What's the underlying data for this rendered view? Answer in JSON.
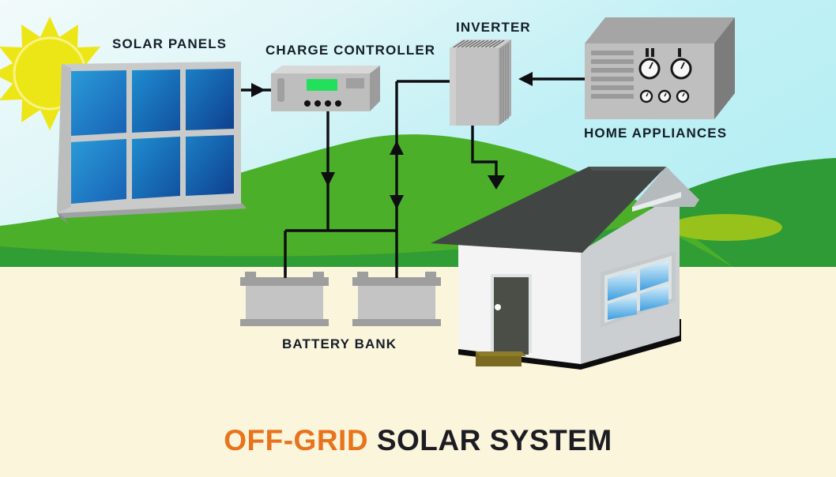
{
  "title": {
    "highlight": "OFF-GRID",
    "rest": " SOLAR SYSTEM"
  },
  "labels": {
    "solar_panels": "SOLAR PANELS",
    "charge_controller": "CHARGE CONTROLLER",
    "inverter": "INVERTER",
    "home_appliances": "HOME APPLIANCES",
    "battery_bank": "BATTERY BANK"
  },
  "colors": {
    "sky": "#B8EFF5",
    "ground": "#FBF5DC",
    "hill_light": "#4CAF2A",
    "hill_dark": "#2E9B36",
    "lawn_accent": "#9CC41A",
    "sun": "#EDE617",
    "sun_ring": "#F7F06A",
    "panel_frame": "#C9CBCB",
    "panel_cell_light": "#1D8FD1",
    "panel_cell_dark": "#13479B",
    "device_face": "#BDBDBD",
    "device_top": "#D6D6D6",
    "device_side": "#9A9A9A",
    "lcd_green": "#23E05C",
    "appliance_face": "#BDBDBD",
    "appliance_top": "#A8A8A8",
    "appliance_side": "#7A7A7A",
    "battery_body": "#C4C4C4",
    "battery_cap": "#9E9E9E",
    "house_wall_light": "#F4F4F4",
    "house_wall_shade": "#C9CDCF",
    "roof": "#414644",
    "roof_side": "#B5BABC",
    "door": "#4A4E46",
    "door_step": "#7A6A22",
    "window_glass_top": "#D7EFFB",
    "window_glass_bottom": "#3E9FE0",
    "wire": "#0D0D12",
    "title_accent": "#E8731C",
    "title_dark": "#1C1C22",
    "label_text": "#141E28"
  },
  "components": [
    {
      "id": "sun",
      "name": "sun",
      "rays": 12
    },
    {
      "id": "solar-panel",
      "name": "solar panel array",
      "cells_across": 3,
      "cells_down": 2,
      "cell_count": 6
    },
    {
      "id": "charge-controller",
      "name": "charge controller",
      "indicator_dots": 4,
      "has_lcd": true
    },
    {
      "id": "inverter",
      "name": "inverter",
      "vent_lines": 11
    },
    {
      "id": "home-appliances",
      "name": "home appliances unit",
      "slats": 6,
      "large_dials": 2,
      "small_dials": 3
    },
    {
      "id": "battery-bank",
      "name": "battery bank",
      "battery_count": 2
    },
    {
      "id": "house",
      "name": "house",
      "window_panes": 4,
      "doors": 1
    }
  ],
  "flows": [
    {
      "from": "solar-panel",
      "to": "charge-controller",
      "direction": "right"
    },
    {
      "from": "charge-controller",
      "to": "battery-bank",
      "direction": "down"
    },
    {
      "from": "battery-bank",
      "to": "inverter",
      "direction": "up"
    },
    {
      "from": "home-appliances",
      "to": "inverter",
      "direction": "left"
    },
    {
      "from": "inverter",
      "to": "house",
      "direction": "down"
    }
  ]
}
